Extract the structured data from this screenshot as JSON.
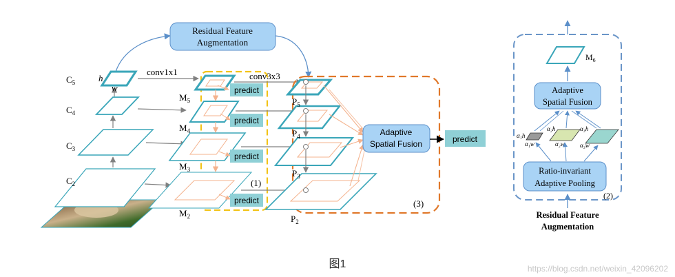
{
  "colors": {
    "feature": "#3aa6b9",
    "feature_fill": "#ffffff",
    "box_fill": "#a9d3f5",
    "box_stroke": "#5b8fc9",
    "predict_fill": "#8fd0d6",
    "yellow_dash": "#f2c318",
    "orange_dash": "#e0782a",
    "blue_dash": "#6a95c8",
    "salmon": "#f4b38e",
    "gray_arrow": "#808080",
    "pool_1": "#9a9a9a",
    "pool_2": "#d8e6b0",
    "pool_3": "#9ad6cf"
  },
  "top_box": {
    "line1": "Residual Feature",
    "line2": "Augmentation"
  },
  "labels": {
    "c5": "C",
    "c5_sub": "5",
    "c4": "C",
    "c4_sub": "4",
    "c3": "C",
    "c3_sub": "3",
    "c2": "C",
    "c2_sub": "2",
    "m5": "M",
    "m5_sub": "5",
    "m4": "M",
    "m4_sub": "4",
    "m3": "M",
    "m3_sub": "3",
    "m2": "M",
    "m2_sub": "2",
    "p5": "P",
    "p5_sub": "5",
    "p4": "P",
    "p4_sub": "4",
    "p3": "P",
    "p3_sub": "3",
    "p2": "P",
    "p2_sub": "2",
    "h": "h",
    "w": "w",
    "conv1x1": "conv1x1",
    "conv3x3": "conv3x3",
    "predict": "predict",
    "mark1": "(1)",
    "mark2": "(2)",
    "mark3": "(3)"
  },
  "asf_box": {
    "line1": "Adaptive",
    "line2": "Spatial Fusion"
  },
  "right_panel": {
    "m6": "M",
    "m6_sub": "6",
    "asf_line1": "Adaptive",
    "asf_line2": "Spatial Fusion",
    "pool_line1": "Ratio-invariant",
    "pool_line2": "Adaptive Pooling",
    "a1h": "α₁h",
    "a1w": "α₁w",
    "a2h": "α₂h",
    "a2w": "α₂w",
    "a3h": "α₃h",
    "a3w": "α₃w",
    "caption1": "Residual Feature",
    "caption2": "Augmentation"
  },
  "figure_caption": "图1",
  "watermark": "https://blog.csdn.net/weixin_42096202"
}
